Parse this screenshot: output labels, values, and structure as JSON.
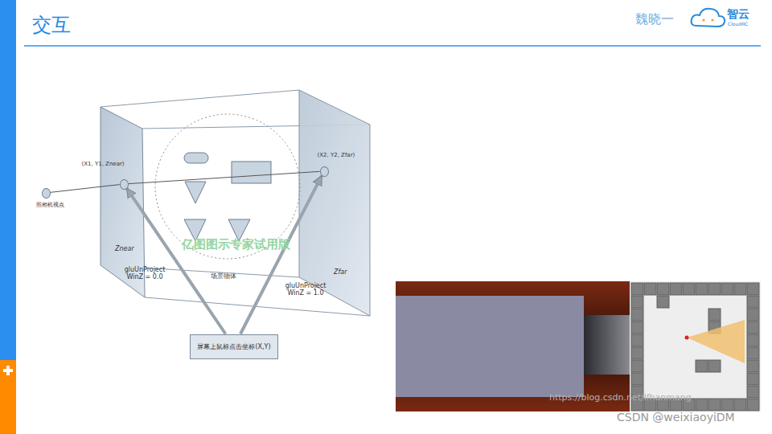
{
  "diagram": {
    "title": "交互",
    "nodes": [
      {
        "text": [
          "照相机视点"
        ]
      },
      {
        "text": [
          "(X1, Y1, Znear)"
        ]
      },
      {
        "text": [
          "(X2, Y2, Zfar)"
        ]
      },
      {
        "text": [
          "屏幕上鼠标点击坐标(X,Y)"
        ]
      }
    ],
    "edges": [
      {
        "from": 0,
        "to": 1,
        "arrow": "none"
      },
      {
        "from": 1,
        "to": 2,
        "arrow": "none"
      },
      {
        "from": 3,
        "to": 1,
        "label": "gluUnProject WinZ = 0.0",
        "arrow": "to"
      },
      {
        "from": 3,
        "to": 2,
        "label": "gluUnProject WinZ = 1.0",
        "arrow": "to"
      }
    ],
    "labels": [
      "魏晓一",
      "智云",
      "CloudRC",
      "Znear",
      "Zfar",
      "场景物体",
      "亿图图示专家试用版",
      "https://blog.csdn.net/lfhanmang",
      "CSDN @weixiaoyiDM"
    ]
  }
}
